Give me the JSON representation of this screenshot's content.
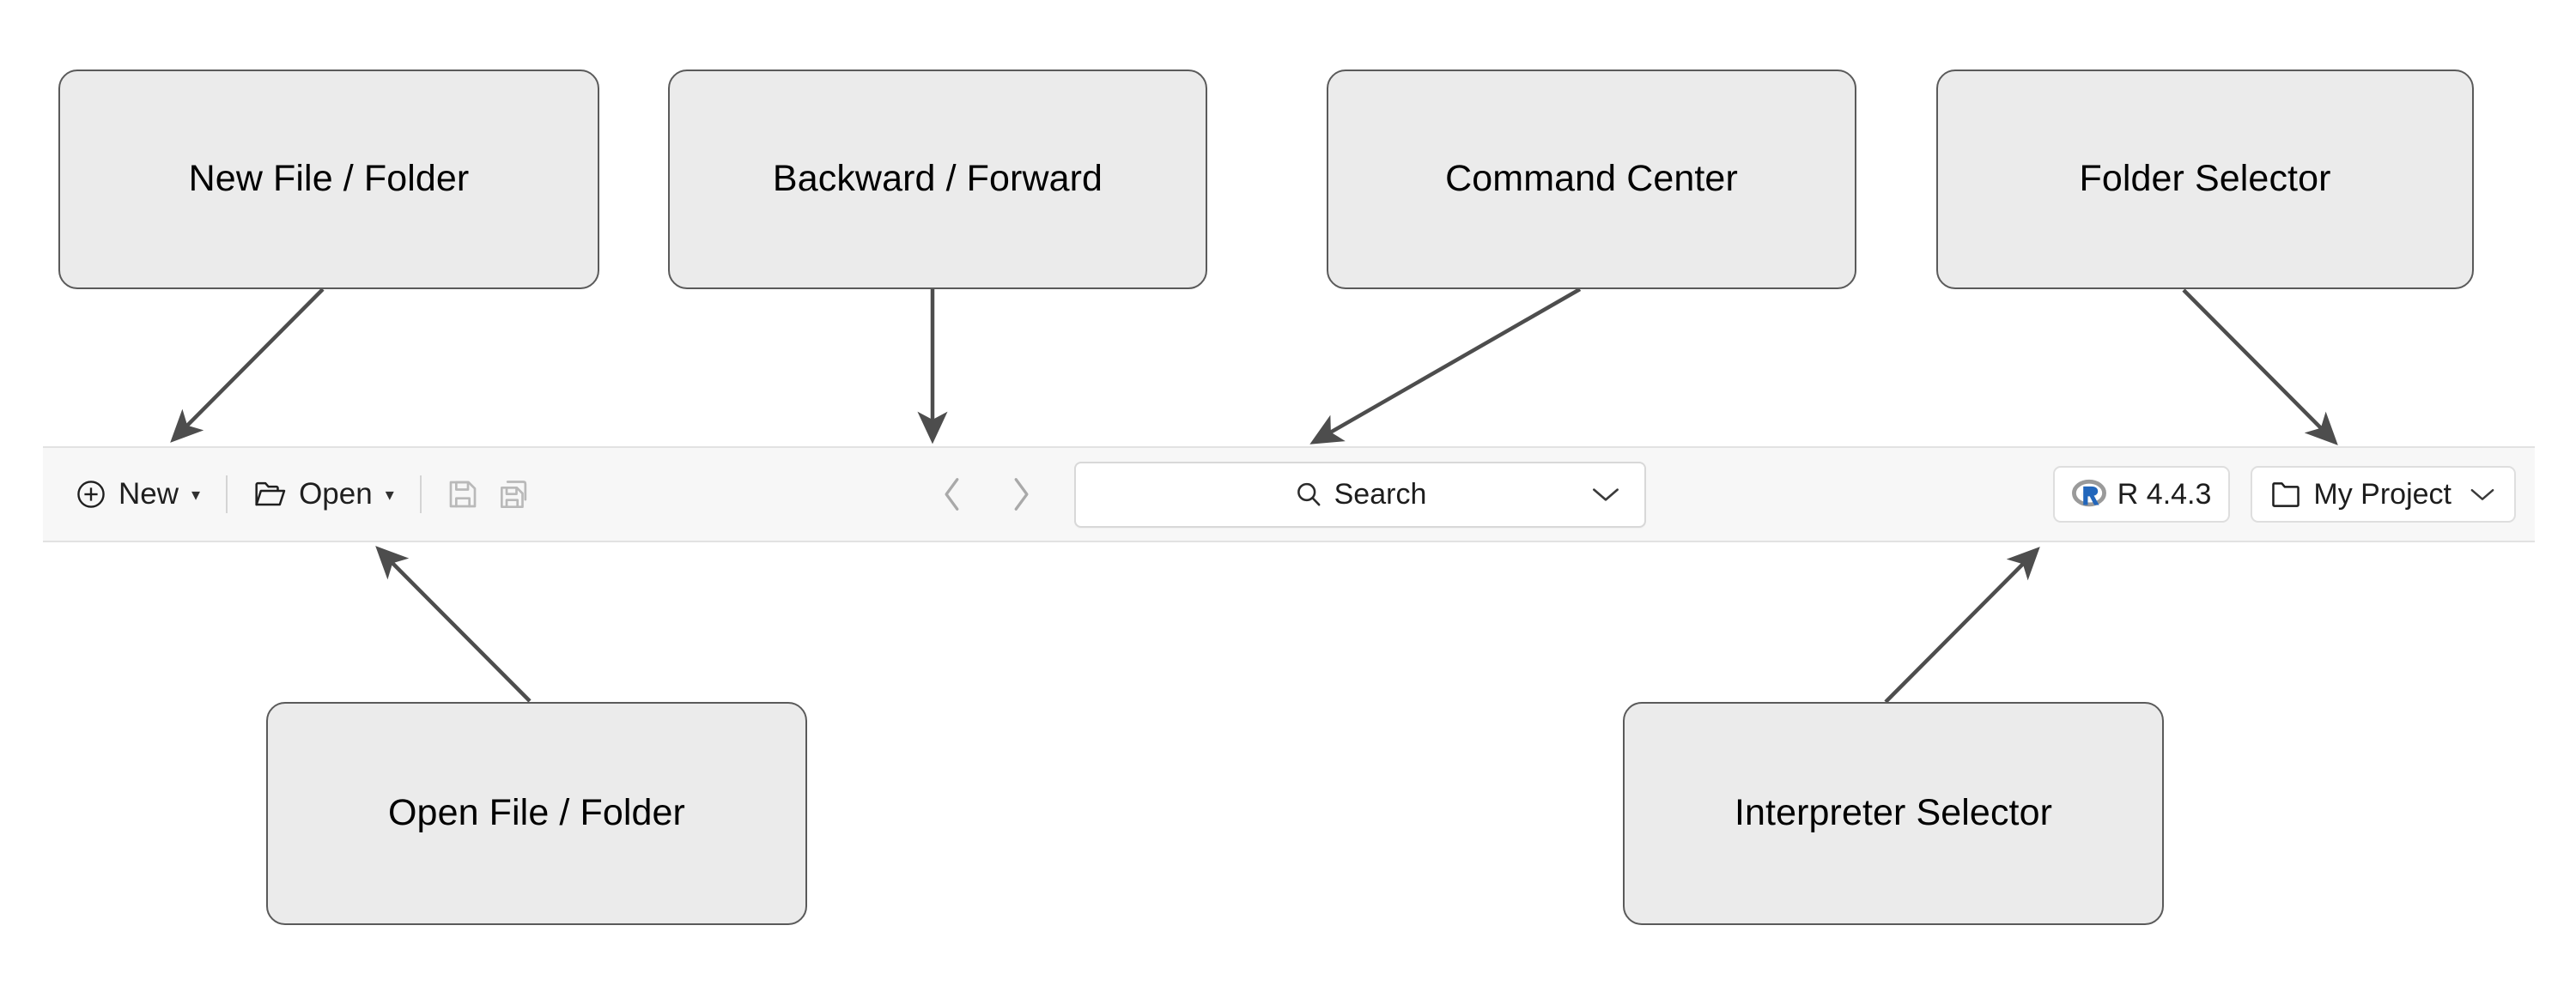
{
  "annotations": [
    {
      "id": "new-file-folder",
      "label": "New File / Folder"
    },
    {
      "id": "backward-forward",
      "label": "Backward / Forward"
    },
    {
      "id": "command-center",
      "label": "Command Center"
    },
    {
      "id": "folder-selector",
      "label": "Folder Selector"
    },
    {
      "id": "open-file-folder",
      "label": "Open File / Folder"
    },
    {
      "id": "interpreter-selector",
      "label": "Interpreter Selector"
    }
  ],
  "toolbar": {
    "new_label": "New",
    "new_icon": "plus-circle-icon",
    "new_caret": "▾",
    "open_label": "Open",
    "open_icon": "folder-open-icon",
    "open_caret": "▾",
    "save_icon": "save-floppy-icon",
    "save_all_icon": "save-all-icon",
    "back_icon": "chevron-left-icon",
    "forward_icon": "chevron-right-icon",
    "search": {
      "icon": "magnifier-icon",
      "placeholder": "Search",
      "chevron": "chevron-down-icon"
    },
    "interpreter": {
      "icon": "r-logo-icon",
      "label": "R 4.4.3"
    },
    "folder": {
      "icon": "folder-icon",
      "label": "My Project",
      "chevron": "chevron-down-icon"
    }
  },
  "colors": {
    "toolbar_bg": "#f7f7f7",
    "callout_fill": "#ebebeb",
    "callout_border": "#5a5a5a",
    "arrow": "#4d4d4d",
    "disabled_icon": "#b9b9b9",
    "r_blue": "#2266bb",
    "r_grey": "#9a9a9a"
  }
}
